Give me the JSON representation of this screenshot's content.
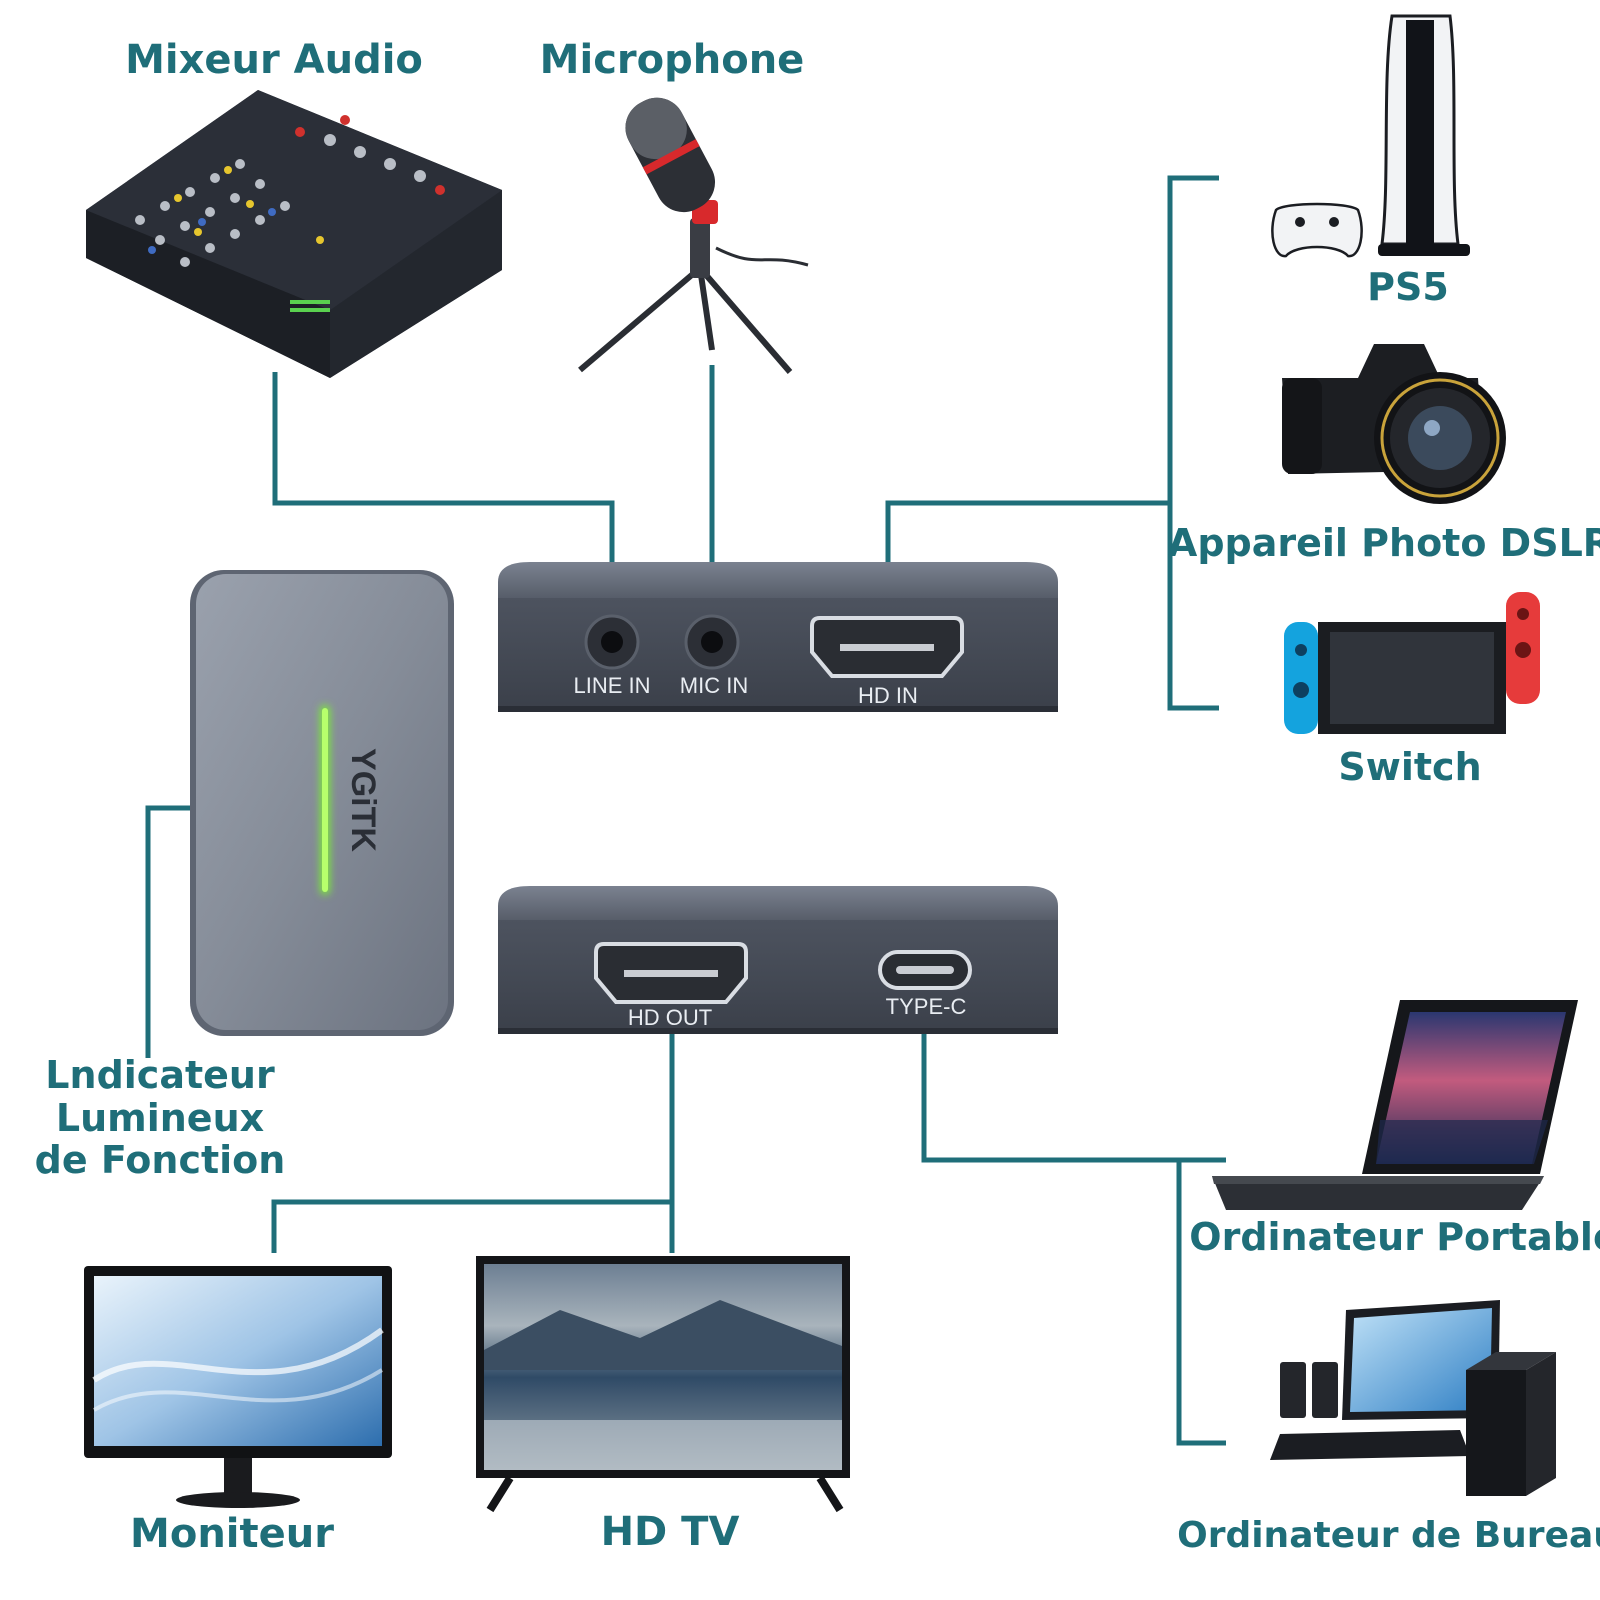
{
  "labels": {
    "mixer": "Mixeur Audio",
    "microphone": "Microphone",
    "ps5": "PS5",
    "dslr": "Appareil Photo DSLR",
    "switch": "Switch",
    "indicator": [
      "Lndicateur",
      "Lumineux",
      "de Fonction"
    ],
    "laptop": "Ordinateur Portable",
    "monitor": "Moniteur",
    "hdtv": "HD TV",
    "desktop": "Ordinateur de Bureau"
  },
  "device": {
    "brand": "YGiTK",
    "ports_top": {
      "line_in": "LINE IN",
      "mic_in": "MIC IN",
      "hd_in": "HD IN"
    },
    "ports_bottom": {
      "hd_out": "HD OUT",
      "type_c": "TYPE-C"
    }
  },
  "colors": {
    "accent": "#1f6e79",
    "device_body": "#4a505c",
    "led": "#7be83a"
  },
  "icons": [
    "audio-mixer-icon",
    "microphone-icon",
    "ps5-console-icon",
    "dslr-camera-icon",
    "nintendo-switch-icon",
    "laptop-icon",
    "monitor-icon",
    "tv-icon",
    "desktop-computer-icon"
  ]
}
